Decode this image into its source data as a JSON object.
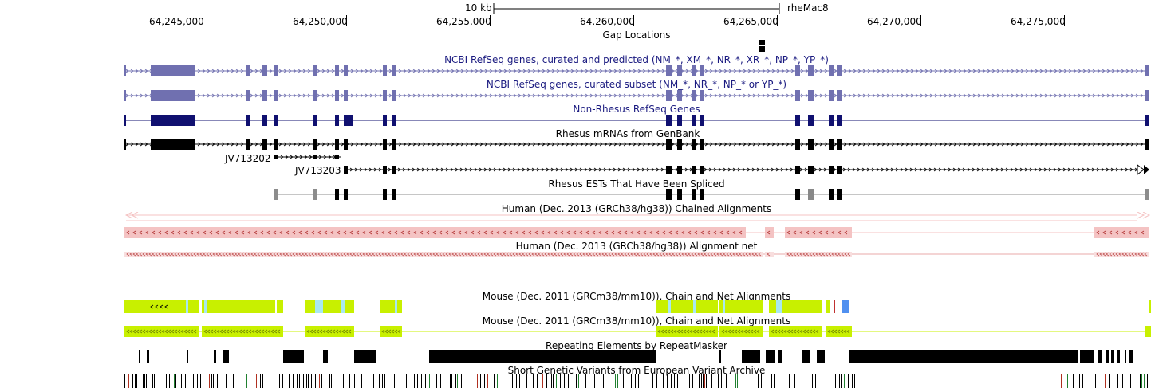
{
  "ruler": {
    "scale_label": "10 kb",
    "assembly": "rheMac8",
    "positions": [
      "64,245,000",
      "64,250,000",
      "64,255,000",
      "64,260,000",
      "64,265,000",
      "64,270,000",
      "64,275,000"
    ]
  },
  "tracks": {
    "gap": "Gap Locations",
    "refseq_all": "NCBI RefSeq genes, curated and predicted (NM_*, XM_*, NR_*, XR_*, NP_*, YP_*)",
    "refseq_curated": "NCBI RefSeq genes, curated subset (NM_*, NR_*, NP_* or YP_*)",
    "nonrhesus": "Non-Rhesus RefSeq Genes",
    "mrna": "Rhesus mRNAs from GenBank",
    "mrna_item1": "JV713202",
    "mrna_item2": "JV713203",
    "est": "Rhesus ESTs That Have Been Spliced",
    "human_chain": "Human (Dec. 2013 (GRCh38/hg38)) Chained Alignments",
    "human_net": "Human (Dec. 2013 (GRCh38/hg38)) Alignment net",
    "mouse_chain": "Mouse (Dec. 2011 (GRCm38/mm10)), Chain and Net Alignments",
    "mouse_net": "Mouse (Dec. 2011 (GRCm38/mm10)), Chain and Net Alignments",
    "rmsk": "Repeating Elements by RepeatMasker",
    "eva": "Short Genetic Variants from European Variant Archive"
  },
  "colors": {
    "refseq": "#7070b0",
    "nonrhesus": "#101070",
    "mrna": "#000000",
    "est": "#8c8c8c",
    "chain": "#f4c3c3",
    "chain_text": "#b03030",
    "mouse": "#c8f000",
    "mouse_alt": "#a8e8f0",
    "rmsk": "#000000"
  }
}
